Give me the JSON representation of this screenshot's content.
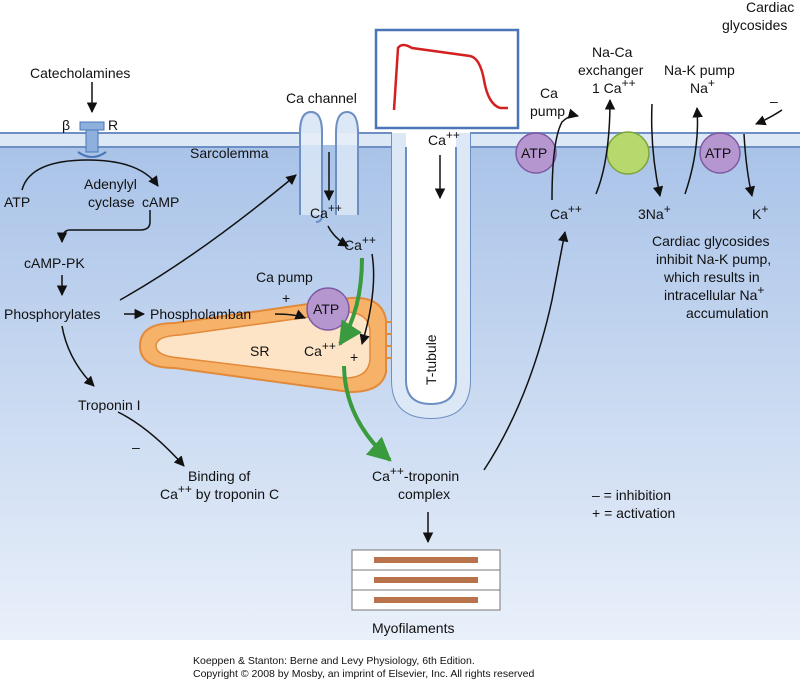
{
  "labels": {
    "catecholamines": "Catecholamines",
    "beta": "β",
    "r": "R",
    "sarcolemma": "Sarcolemma",
    "ca_channel": "Ca channel",
    "atp_left": "ATP",
    "adenylyl": "Adenylyl",
    "cyclase": "cyclase",
    "camp": "cAMP",
    "camp_pk": "cAMP-PK",
    "phosphorylates": "Phosphorylates",
    "phospholamban": "Phospholamban",
    "ca_pump_sr": "Ca pump",
    "atp": "ATP",
    "sr": "SR",
    "ca": "Ca",
    "ca_pp_sup": "++",
    "troponin_i": "Troponin I",
    "binding_line1": "Binding of",
    "binding_line2_ca": "Ca",
    "binding_line2_rest": " by troponin C",
    "ca_troponin_rest": "-troponin",
    "complex": "complex",
    "myofilaments": "Myofilaments",
    "t_tubule": "T-tubule",
    "ca_pump_line1": "Ca",
    "ca_pump_line2": "pump",
    "naca_line1": "Na-Ca",
    "naca_line2": "exchanger",
    "naca_line3": "1 Ca",
    "nak_line1": "Na-K pump",
    "nak_line2": "Na",
    "plus_sup": "+",
    "cardiac_line1": "Cardiac",
    "cardiac_line2": "glycosides",
    "three_na": "3Na",
    "k": "K",
    "inhibit_line1": "Cardiac glycosides",
    "inhibit_line2": "inhibit Na-K pump,",
    "inhibit_line3": "which results in",
    "inhibit_line4": "intracellular Na",
    "inhibit_line5": "accumulation",
    "minus": "–",
    "plus": "+",
    "legend_inhibition": "– = inhibition",
    "legend_activation": "+ = activation"
  },
  "credit": {
    "line1": "Koeppen & Stanton: Berne and Levy Physiology, 6th Edition.",
    "line2": "Copyright © 2008 by Mosby, an imprint of Elsevier, Inc. All rights reserved"
  },
  "colors": {
    "cytoplasm": "#bcd2ee",
    "membrane_band": "#dde8f6",
    "membrane_line": "#6d8fc4",
    "sr_fill": "#f7b26a",
    "sr_edge": "#e28a3a",
    "atp_purple": "#b596cf",
    "exchanger_green": "#b6d86c",
    "green_arrow": "#3a9a3e",
    "action_potential": "#d42020",
    "myofilament_bar": "#b8734a"
  }
}
